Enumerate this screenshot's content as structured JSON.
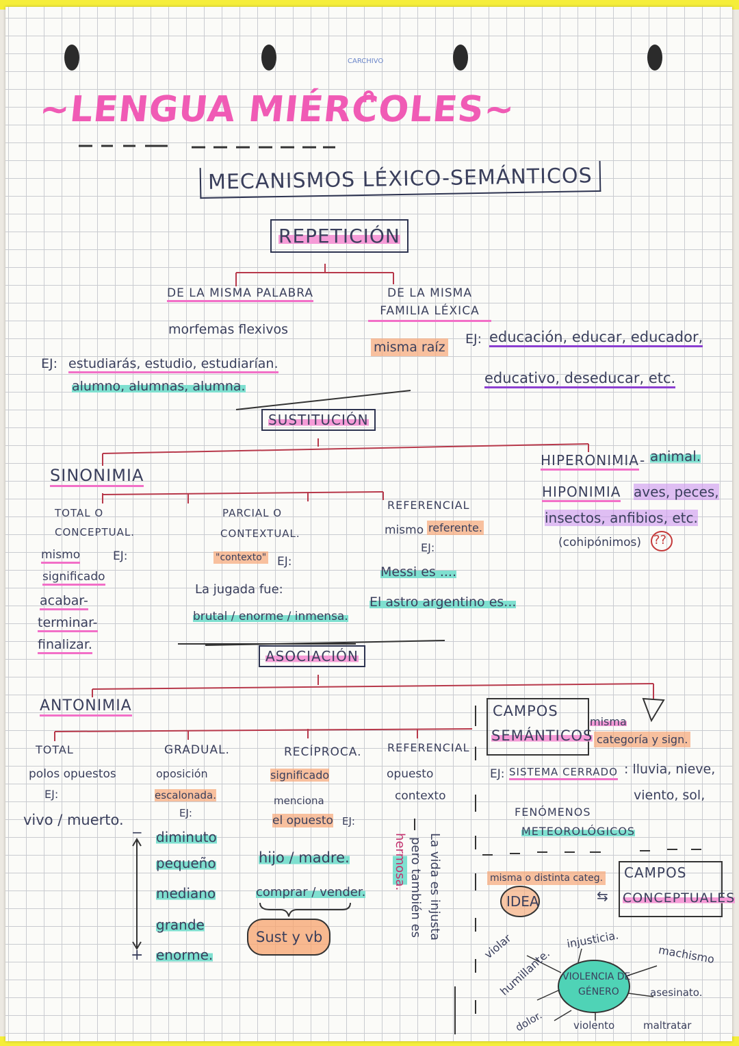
{
  "brand": "CARCHIVO",
  "title": "~LENGUA MIÉRCOLES~",
  "title_face": "ᐢ",
  "main_heading": "MECANISMOS LÉXICO-SEMÁNTICOS",
  "repeticion": {
    "label": "REPETICIÓN",
    "branch1": {
      "label": "DE LA MISMA PALABRA",
      "note": "morfemas flexivos"
    },
    "branch2": {
      "label": "DE LA MISMA FAMILIA LÉXICA",
      "note": "misma raíz"
    },
    "ej1_prefix": "EJ:",
    "ej1_line1": "estudiarás, estudio, estudiarían.",
    "ej1_line2": "alumno, alumnas, alumna.",
    "ej2_prefix": "EJ:",
    "ej2_line1": "educación, educar, educador,",
    "ej2_line2": "educativo, deseducar, etc."
  },
  "sustitucion": {
    "label": "SUSTITUCIÓN",
    "sinonimia": "SINONIMIA",
    "total": {
      "label1": "TOTAL O",
      "label2": "CONCEPTUAL.",
      "desc1": "mismo",
      "desc2": "significado",
      "ej": "EJ:",
      "ex1": "acabar-",
      "ex2": "terminar-",
      "ex3": "finalizar."
    },
    "parcial": {
      "label1": "PARCIAL O",
      "label2": "CONTEXTUAL.",
      "contexto": "\"contexto\"",
      "ej": "EJ:",
      "ex1": "La jugada fue:",
      "ex2": "brutal / enorme / inmensa."
    },
    "referencial": {
      "label": "REFERENCIAL",
      "desc_prefix": "mismo",
      "desc_hl": "referente.",
      "ej": "EJ:",
      "ex1": "Messi es ....",
      "ex2": "El astro argentino es..."
    },
    "hiperonimia": "HIPERONIMIA",
    "hiper_ex": "animal.",
    "hiponimia": "HIPONIMIA",
    "hipo_ex1": "aves, peces,",
    "hipo_ex2": "insectos, anfibios, etc.",
    "cohiponimos": "(cohipónimos)",
    "question": "??"
  },
  "asociacion": {
    "label": "ASOCIACIÓN",
    "antonimia": "ANTONIMIA",
    "total": {
      "label": "TOTAL",
      "desc": "polos opuestos",
      "ej": "EJ:",
      "ex": "vivo / muerto."
    },
    "gradual": {
      "label": "GRADUAL.",
      "desc1": "oposición",
      "desc2": "escalonada.",
      "ej": "EJ:",
      "scale": [
        "diminuto",
        "pequeño",
        "mediano",
        "grande",
        "enorme."
      ],
      "minus": "−",
      "plus": "+"
    },
    "reciproca": {
      "label": "RECÍPROCA.",
      "desc1": "significado",
      "desc2": "menciona",
      "desc3": "el opuesto",
      "ej": "EJ:",
      "ex1": "hijo / madre.",
      "ex2": "comprar / vender.",
      "bubble": "Sust y vb"
    },
    "referencial": {
      "label": "REFERENCIAL",
      "desc1": "opuesto",
      "desc2": "contexto",
      "v1": "La vida es injusta",
      "v2": "pero también es",
      "v3": "hermosa."
    },
    "campos_semanticos": {
      "label1": "CAMPOS",
      "label2": "SEMÁNTICOS",
      "note1": "misma",
      "note2": "categoría y sign.",
      "ej": "EJ:",
      "sistema": "SISTEMA CERRADO",
      "ex1": ": lluvia, nieve,",
      "ex2": "viento, sol,",
      "fen1": "FENÓMENOS",
      "fen2": "METEOROLÓGICOS"
    },
    "campos_conceptuales": {
      "label1": "CAMPOS",
      "label2": "CONCEPTUALES",
      "note": "misma o distinta categ.",
      "idea": "IDEA",
      "center1": "VIOLENCIA DE",
      "center2": "GÉNERO",
      "words": [
        "violar",
        "humillante.",
        "injusticia.",
        "machismo",
        "asesinato.",
        "dolor.",
        "violento",
        "maltratar"
      ]
    }
  }
}
